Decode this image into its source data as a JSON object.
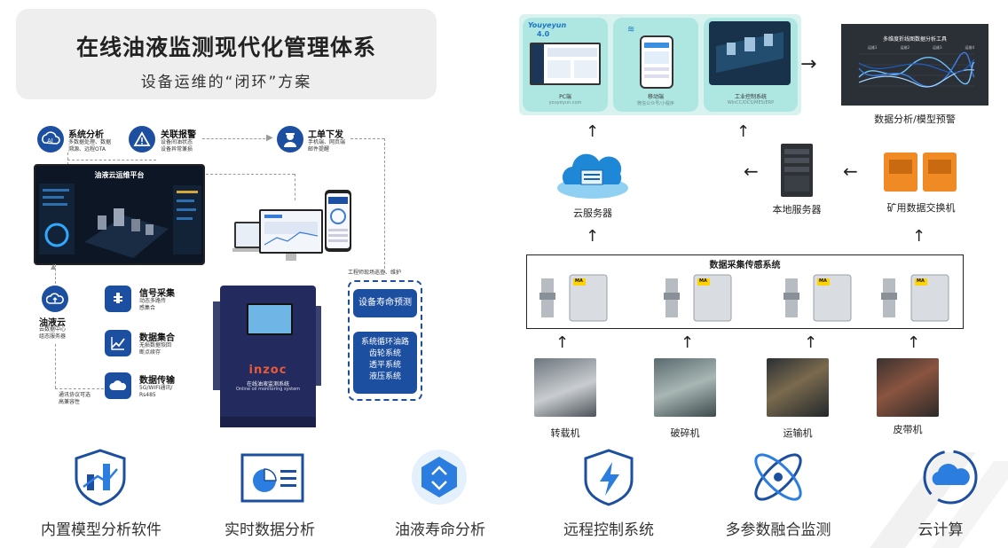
{
  "header": {
    "title": "在线油液监测现代化管理体系",
    "subtitle": "设备运维的“闭环”方案"
  },
  "left": {
    "analysis": {
      "title": "系统分析",
      "desc1": "多数据处理、数据",
      "desc2": "溯源、远程OTA"
    },
    "alarm": {
      "title": "关联报警",
      "desc1": "设备间油状态",
      "desc2": "设备异常兼损"
    },
    "workorder": {
      "title": "工单下发",
      "desc1": "手机端、网页端",
      "desc2": "邮件提醒"
    },
    "platform_title": "油液云运维平台",
    "engineer_note": "工程师现场巡查、维护",
    "cloud": {
      "title": "油液云",
      "desc1": "云数据中心",
      "desc2": "组态服务器"
    },
    "protocol_note1": "通讯协议可选",
    "protocol_note2": "高兼容性",
    "signal": {
      "title": "信号采集",
      "desc1": "动态多路传",
      "desc2": "感集合"
    },
    "data_collect": {
      "title": "数据集合",
      "desc1": "无损数据恢回",
      "desc2": "断点续存"
    },
    "data_transfer": {
      "title": "数据传输",
      "desc1": "5G/WIFI通讯/",
      "desc2": "Rs485"
    },
    "cabinet_brand": "inzoc",
    "cabinet_cn": "在线油液监测系统",
    "cabinet_en": "Online oil monitoring system",
    "life_predict": "设备寿命预测",
    "systems": [
      "系统循环油路",
      "齿轮系统",
      "透平系统",
      "液压系统"
    ]
  },
  "right": {
    "screens": {
      "brand": "Youyeyun",
      "version": "4.0",
      "pc_label": "PC端",
      "pc_url": "youyeyun.com",
      "mobile_label": "移动端",
      "mobile_desc": "微信公众号/小程序",
      "industrial_label": "工业控制系统",
      "industrial_desc": "WinCC/DCS/MES/ERP"
    },
    "chart_title": "多维度折线图数据分析工具",
    "chart_legend": [
      "运维1",
      "运维2",
      "运维3",
      "运维4"
    ],
    "chart_caption": "数据分析/模型预警",
    "cloud_server": "云服务器",
    "local_server": "本地服务器",
    "mine_switch": "矿用数据交换机",
    "sensor_system": "数据采集传感系统",
    "sensor_brand": "MA",
    "machines": [
      "转载机",
      "破碎机",
      "运输机",
      "皮带机"
    ]
  },
  "features": [
    "内置模型分析软件",
    "实时数据分析",
    "油液寿命分析",
    "远程控制系统",
    "多参数融合监测",
    "云计算"
  ],
  "colors": {
    "primary": "#1d4fa0",
    "teal": "#aee6e2",
    "dark": "#232b5e"
  }
}
